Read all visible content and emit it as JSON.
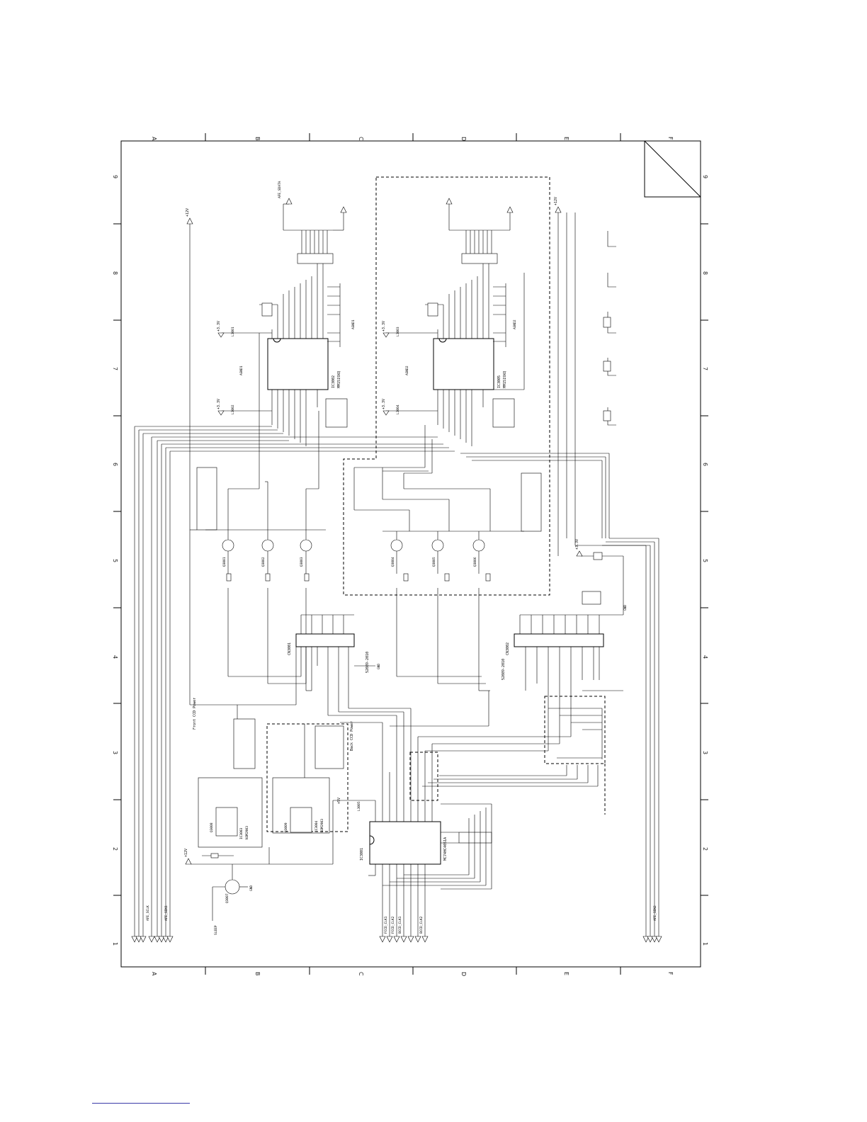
{
  "sheet": {
    "column_labels": [
      "A",
      "B",
      "C",
      "D",
      "E",
      "F"
    ],
    "row_labels": [
      "1",
      "2",
      "3",
      "4",
      "5",
      "6",
      "7",
      "8",
      "9"
    ]
  },
  "components": {
    "ics": [
      {
        "ref": "IC3002",
        "part": "MM1519XQ"
      },
      {
        "ref": "IC3005",
        "part": "MM1519XQ"
      },
      {
        "ref": "IC3001",
        "part": "MC74HC4051A"
      },
      {
        "ref": "IC3003",
        "part": "NJM2903"
      },
      {
        "ref": "IC3004",
        "part": "NJM2903"
      }
    ],
    "connectors": [
      {
        "ref": "CN3001",
        "part": "52089-2010"
      },
      {
        "ref": "CN3002",
        "part": "52089-2010"
      }
    ],
    "transistors": [
      "Q3001",
      "Q3002",
      "Q3003",
      "Q3004",
      "Q3005",
      "Q3006",
      "Q3007",
      "Q3008",
      "Q3009"
    ],
    "inductors": [
      "L3001",
      "L3002",
      "L3003",
      "L3004",
      "L3005"
    ],
    "nets": [
      "+12V",
      "+3.3V",
      "+5V",
      "AGND1",
      "AGND2",
      "GND",
      "BCCD_CLK1",
      "BCCD_CLK2",
      "FCCD_CLK1",
      "FCCD_CLK2",
      "AFE_SDATA",
      "AFE_SCLK",
      "AFE_SEN1",
      "AFE_SEN2",
      "SLEEP"
    ],
    "notes": [
      "Front CCD Power",
      "Back CCD Power"
    ]
  }
}
